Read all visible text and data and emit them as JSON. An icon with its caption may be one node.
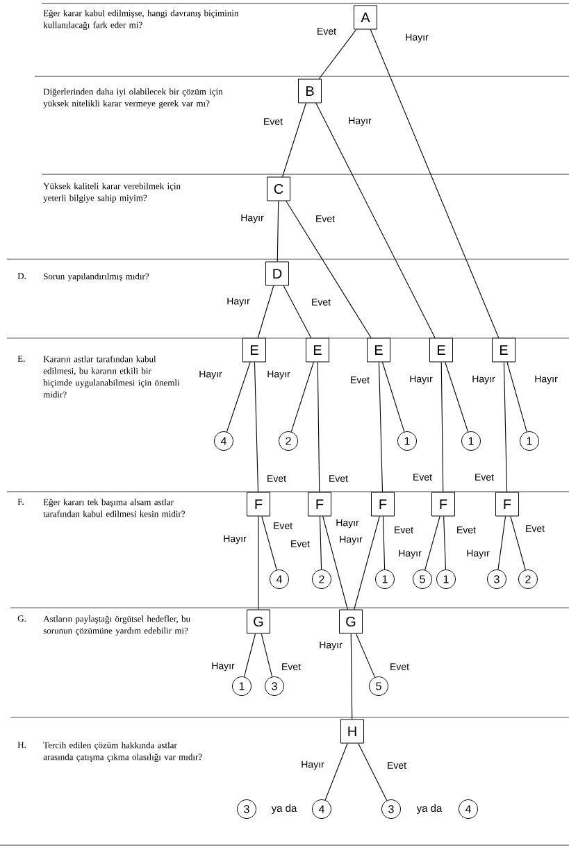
{
  "diagram": {
    "nodes": [
      {
        "text": [
          "A"
        ]
      },
      {
        "text": [
          "B"
        ]
      },
      {
        "text": [
          "C"
        ]
      },
      {
        "text": [
          "D"
        ]
      },
      {
        "text": [
          "E"
        ]
      },
      {
        "text": [
          "E"
        ]
      },
      {
        "text": [
          "E"
        ]
      },
      {
        "text": [
          "E"
        ]
      },
      {
        "text": [
          "E"
        ]
      },
      {
        "text": [
          "4"
        ]
      },
      {
        "text": [
          "2"
        ]
      },
      {
        "text": [
          "1"
        ]
      },
      {
        "text": [
          "1"
        ]
      },
      {
        "text": [
          "1"
        ]
      },
      {
        "text": [
          "F"
        ]
      },
      {
        "text": [
          "F"
        ]
      },
      {
        "text": [
          "F"
        ]
      },
      {
        "text": [
          "F"
        ]
      },
      {
        "text": [
          "F"
        ]
      },
      {
        "text": [
          "4"
        ]
      },
      {
        "text": [
          "2"
        ]
      },
      {
        "text": [
          "1"
        ]
      },
      {
        "text": [
          "5"
        ]
      },
      {
        "text": [
          "1"
        ]
      },
      {
        "text": [
          "3"
        ]
      },
      {
        "text": [
          "2"
        ]
      },
      {
        "text": [
          "G"
        ]
      },
      {
        "text": [
          "G"
        ]
      },
      {
        "text": [
          "1"
        ]
      },
      {
        "text": [
          "3"
        ]
      },
      {
        "text": [
          "5"
        ]
      },
      {
        "text": [
          "H"
        ]
      },
      {
        "text": [
          "3"
        ]
      },
      {
        "text": [
          "4"
        ]
      },
      {
        "text": [
          "3"
        ]
      },
      {
        "text": [
          "4"
        ]
      }
    ],
    "edges": [
      {
        "from": 0,
        "to": 1,
        "arrow": "none",
        "label": "Evet"
      },
      {
        "from": 0,
        "to": 8,
        "arrow": "none",
        "label": "Hayır"
      },
      {
        "from": 1,
        "to": 2,
        "arrow": "none",
        "label": "Evet"
      },
      {
        "from": 1,
        "to": 7,
        "arrow": "none",
        "label": "Hayır"
      },
      {
        "from": 2,
        "to": 3,
        "arrow": "none",
        "label": "Hayır"
      },
      {
        "from": 2,
        "to": 6,
        "arrow": "none",
        "label": "Evet"
      },
      {
        "from": 3,
        "to": 4,
        "arrow": "none",
        "label": "Hayır"
      },
      {
        "from": 3,
        "to": 5,
        "arrow": "none",
        "label": "Evet"
      },
      {
        "from": 4,
        "to": 9,
        "arrow": "none",
        "label": "Hayır"
      },
      {
        "from": 4,
        "to": 14,
        "arrow": "none",
        "label": "Evet"
      },
      {
        "from": 5,
        "to": 10,
        "arrow": "none",
        "label": "Hayır"
      },
      {
        "from": 5,
        "to": 15,
        "arrow": "none",
        "label": "Evet"
      },
      {
        "from": 6,
        "to": 16,
        "arrow": "none",
        "label": "Evet"
      },
      {
        "from": 6,
        "to": 11,
        "arrow": "none",
        "label": "Hayır"
      },
      {
        "from": 7,
        "to": 17,
        "arrow": "none",
        "label": "Evet"
      },
      {
        "from": 7,
        "to": 12,
        "arrow": "none",
        "label": "Hayır"
      },
      {
        "from": 8,
        "to": 18,
        "arrow": "none",
        "label": "Evet"
      },
      {
        "from": 8,
        "to": 13,
        "arrow": "none",
        "label": "Hayır"
      },
      {
        "from": 14,
        "to": 26,
        "arrow": "none",
        "label": "Hayır"
      },
      {
        "from": 14,
        "to": 19,
        "arrow": "none",
        "label": "Evet"
      },
      {
        "from": 15,
        "to": 20,
        "arrow": "none",
        "label": "Evet"
      },
      {
        "from": 15,
        "to": 27,
        "arrow": "none",
        "label": "Hayır"
      },
      {
        "from": 16,
        "to": 27,
        "arrow": "none",
        "label": "Hayır"
      },
      {
        "from": 16,
        "to": 21,
        "arrow": "none",
        "label": "Evet"
      },
      {
        "from": 17,
        "to": 22,
        "arrow": "none",
        "label": "Hayır"
      },
      {
        "from": 17,
        "to": 23,
        "arrow": "none",
        "label": "Evet"
      },
      {
        "from": 18,
        "to": 24,
        "arrow": "none",
        "label": "Hayır"
      },
      {
        "from": 18,
        "to": 25,
        "arrow": "none",
        "label": "Evet"
      },
      {
        "from": 26,
        "to": 28,
        "arrow": "none",
        "label": "Hayır"
      },
      {
        "from": 26,
        "to": 29,
        "arrow": "none",
        "label": "Evet"
      },
      {
        "from": 27,
        "to": 31,
        "arrow": "none",
        "label": "Hayır"
      },
      {
        "from": 27,
        "to": 30,
        "arrow": "none",
        "label": "Evet"
      },
      {
        "from": 31,
        "to": 33,
        "arrow": "none",
        "label": "Hayır"
      },
      {
        "from": 31,
        "to": 34,
        "arrow": "none",
        "label": "Evet"
      }
    ],
    "labels": [
      "Eğer karar kabul edilmişse, hangi davranış biçiminin kullanılacağı fark eder mi?",
      "Diğerlerinden daha iyi olabilecek bir çözüm için yüksek nitelikli karar vermeye gerek var mı?",
      "Yüksek kaliteli karar verebilmek için yeterli bilgiye sahip miyim?",
      "D.",
      "Sorun yapılandırılmış mıdır?",
      "E.",
      "Kararın astlar tarafından kabul edilmesi, bu kararın etkili bir biçimde uygulanabilmesi için önemli midir?",
      "F.",
      "Eğer kararı tek başıma alsam astlar tarafından kabul edilmesi kesin midir?",
      "G.",
      "Astların paylaştağı örgütsel hedefler, bu sorunun çözümüne yardım edebilir mi?",
      "H.",
      "Tercih edilen çözüm hakkında astlar arasında çatışma çıkma olasılığı var mıdır?",
      "ya da",
      "ya da"
    ]
  }
}
